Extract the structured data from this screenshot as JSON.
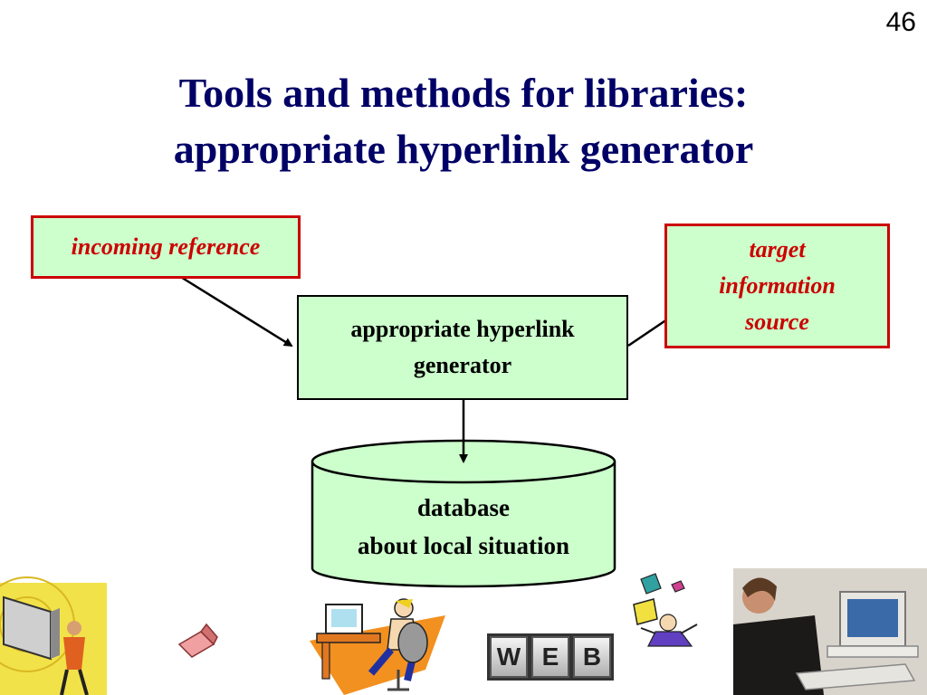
{
  "slide_number": "46",
  "title": {
    "line1": "Tools and methods for libraries:",
    "line2": "appropriate hyperlink generator"
  },
  "nodes": {
    "incoming_reference": "incoming reference",
    "target": {
      "line1": "target",
      "line2": "information",
      "line3": "source"
    },
    "generator": {
      "line1": "appropriate hyperlink",
      "line2": "generator"
    },
    "database": {
      "line1": "database",
      "line2": "about local situation"
    }
  },
  "web_keys": [
    "W",
    "E",
    "B"
  ],
  "colors": {
    "title": "#000066",
    "box_fill": "#ccffcc",
    "red_border": "#cc0000",
    "text_red": "#cc0000"
  }
}
